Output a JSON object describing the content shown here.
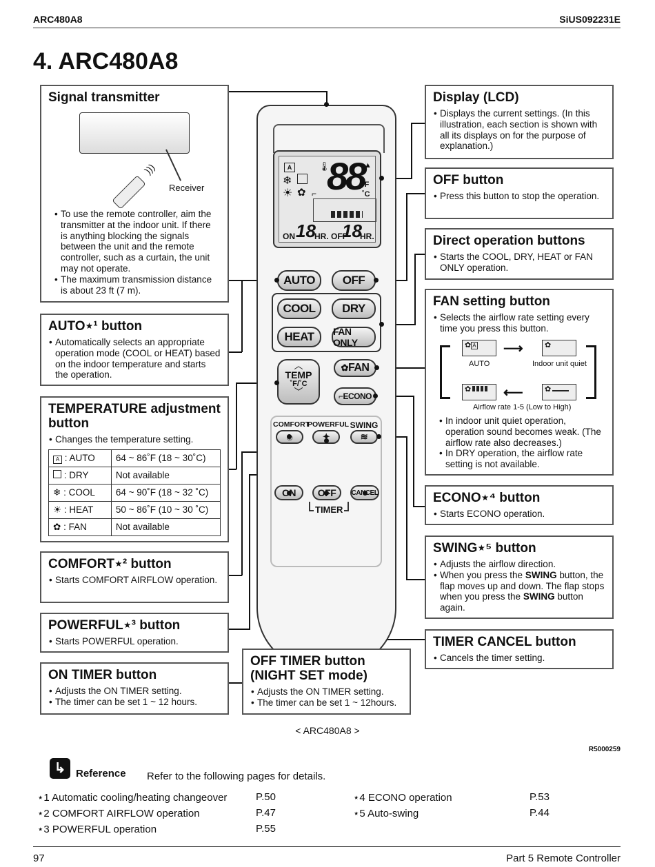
{
  "header": {
    "model": "ARC480A8",
    "doc_id": "SiUS092231E"
  },
  "title": "4. ARC480A8",
  "signal": {
    "title": "Signal transmitter",
    "receiver": "Receiver",
    "bullets": [
      "To use the remote controller, aim the transmitter at the indoor unit. If there is anything blocking the signals between the unit and the remote controller, such as a curtain, the unit may not operate.",
      "The maximum transmission distance is about 23 ft (7 m)."
    ]
  },
  "auto": {
    "title": "AUTO⋆¹ button",
    "bullets": [
      "Automatically selects an appropriate operation mode (COOL or HEAT) based on the indoor temperature and starts the operation."
    ]
  },
  "temp": {
    "title": "TEMPERATURE adjustment button",
    "bullets": [
      "Changes the temperature setting."
    ],
    "rows": [
      {
        "mode": ": AUTO",
        "range": "64 ~ 86˚F (18 ~ 30˚C)"
      },
      {
        "mode": ": DRY",
        "range": "Not available"
      },
      {
        "mode": ": COOL",
        "range": "64 ~ 90˚F (18 ~ 32 ˚C)"
      },
      {
        "mode": ": HEAT",
        "range": "50 ~ 86˚F (10 ~ 30 ˚C)"
      },
      {
        "mode": ": FAN",
        "range": "Not available"
      }
    ]
  },
  "comfort": {
    "title": "COMFORT⋆² button",
    "bullets": [
      "Starts COMFORT AIRFLOW operation."
    ]
  },
  "powerful": {
    "title": "POWERFUL⋆³ button",
    "bullets": [
      "Starts POWERFUL operation."
    ]
  },
  "ontimer": {
    "title": "ON TIMER button",
    "bullets": [
      "Adjusts the ON TIMER setting.",
      "The timer can be set 1 ~ 12 hours."
    ]
  },
  "offtimer": {
    "title": "OFF TIMER button (NIGHT SET mode)",
    "bullets": [
      "Adjusts the ON TIMER setting.",
      "The timer can be set 1 ~ 12hours."
    ]
  },
  "display": {
    "title": "Display (LCD)",
    "bullets": [
      "Displays the current settings. (In this illustration, each section is shown with all its displays on for the purpose of explanation.)"
    ]
  },
  "off": {
    "title": "OFF button",
    "bullets": [
      "Press this button to stop the operation."
    ]
  },
  "direct": {
    "title": "Direct operation buttons",
    "bullets": [
      "Starts the COOL, DRY, HEAT or FAN ONLY operation."
    ]
  },
  "fan": {
    "title": "FAN setting button",
    "bullets": [
      "Selects the airflow rate setting every time you press this button."
    ],
    "bullets2": [
      "In indoor unit quiet operation, operation sound becomes weak. (The airflow rate also decreases.)",
      "In DRY operation, the airflow rate setting is not available."
    ],
    "auto_lbl": "AUTO",
    "quiet_lbl": "Indoor unit quiet",
    "rate_lbl": "Airflow rate 1-5 (Low to High)"
  },
  "econo": {
    "title": "ECONO⋆⁴ button",
    "bullets": [
      "Starts ECONO operation."
    ]
  },
  "swing": {
    "title": "SWING⋆⁵ button",
    "bullets": [
      "Adjusts the airflow direction."
    ]
  },
  "swing_b2": {
    "a": "When you press the ",
    "b": "SWING",
    "c": " button, the flap moves up and down. The flap stops when you press the ",
    "d": "SWING",
    "e": " button again."
  },
  "cancel": {
    "title": "TIMER CANCEL button",
    "bullets": [
      "Cancels the timer setting."
    ]
  },
  "remote": {
    "auto": "AUTO",
    "off": "OFF",
    "cool": "COOL",
    "dry": "DRY",
    "heat": "HEAT",
    "fanonly": "FAN ONLY",
    "temp": "TEMP",
    "tempunit": "˚F/˚C",
    "fan": "FAN",
    "econo": "ECONO",
    "comfort": "COMFORT",
    "powerful": "POWERFUL",
    "swing": "SWING",
    "on": "ON",
    "toff": "OFF",
    "cancelbtn": "CANCEL",
    "timer": "TIMER",
    "lcd_digits": "88",
    "lcd_on": "ON",
    "lcd_hr1": "HR.",
    "lcd_off": "OFF",
    "lcd_hr2": "HR.",
    "lcd_t1": "18",
    "lcd_t2": "18",
    "lcd_f": "˚F",
    "lcd_c": "˚C"
  },
  "caption": "< ARC480A8 >",
  "code": "R5000259",
  "reference": {
    "label": "Reference",
    "text": "Refer to the following pages for details.",
    "items": [
      {
        "t": "⋆1 Automatic cooling/heating changeover",
        "p": "P.50"
      },
      {
        "t": "⋆2 COMFORT AIRFLOW operation",
        "p": "P.47"
      },
      {
        "t": "⋆3 POWERFUL operation",
        "p": "P.55"
      },
      {
        "t": "⋆4 ECONO operation",
        "p": "P.53"
      },
      {
        "t": "⋆5 Auto-swing",
        "p": "P.44"
      }
    ]
  },
  "footer": {
    "page": "97",
    "section": "Part 5 Remote Controller"
  }
}
